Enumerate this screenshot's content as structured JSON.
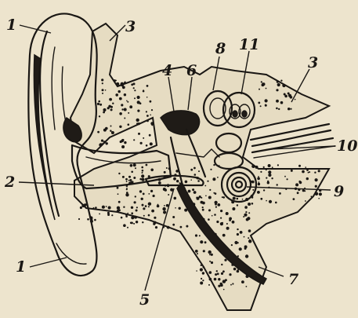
{
  "labels": {
    "pinna_top": "1",
    "ear_canal": "2",
    "temporal_bone_top": "3",
    "temporal_bone_right": "3",
    "malleus": "4",
    "tympanic_cavity": "5",
    "tympanic_membrane": "6",
    "eustachian_tube": "7",
    "semicircular_canals": "8",
    "cochlea": "9",
    "auditory_nerve": "10",
    "vestibule": "11",
    "earlobe": "1"
  },
  "colors": {
    "paper": "#ede4cd",
    "ink": "#1a1714"
  }
}
